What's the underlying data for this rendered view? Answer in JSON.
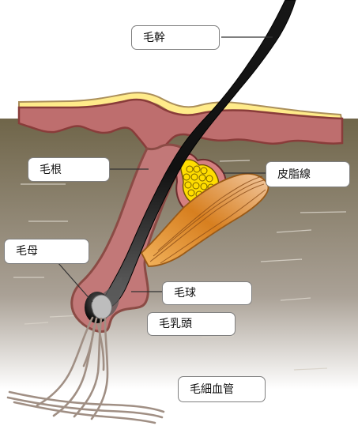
{
  "labels": {
    "hair_shaft": "毛幹",
    "hair_root": "毛根",
    "sebaceous_gland": "皮脂線",
    "hair_matrix": "毛母",
    "hair_bulb": "毛球",
    "dermal_papilla": "毛乳頭",
    "capillaries": "毛細血管"
  },
  "colors": {
    "dermis": "#6f6549",
    "epidermis": "#ffeb8a",
    "skin_outline": "#b55d5a",
    "skin_fill": "#be6e6e",
    "hair": "#111111",
    "bulb": "#787878",
    "gland": "#ffdd00",
    "muscle": "#d27e1e",
    "vessels": "#a08f84"
  }
}
